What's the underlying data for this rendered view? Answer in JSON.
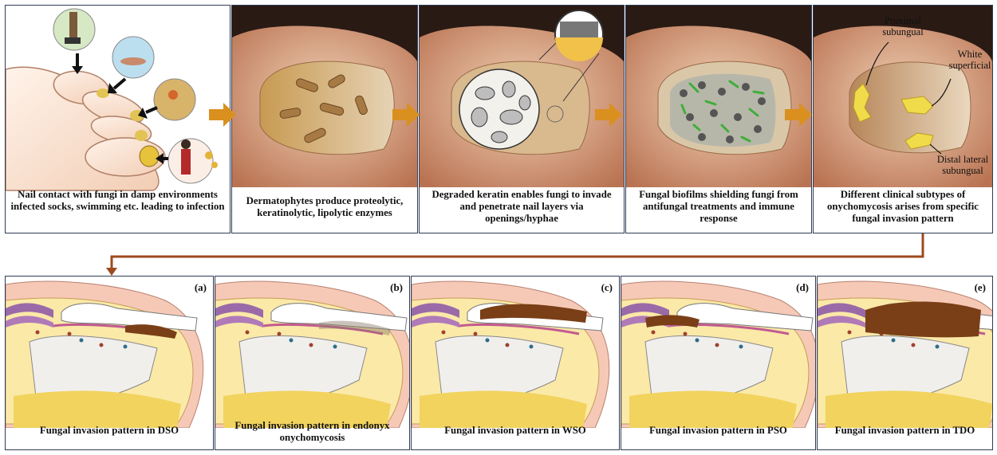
{
  "top_row": [
    {
      "caption": "Nail contact with fungi in damp environments infected socks, swimming etc. leading to infection"
    },
    {
      "caption": "Dermatophytes produce proteolytic, keratinolytic, lipolytic enzymes"
    },
    {
      "caption": "Degraded keratin enables fungi to invade and penetrate nail layers via openings/hyphae"
    },
    {
      "caption": "Fungal biofilms shielding fungi from antifungal treatments and immune response"
    },
    {
      "caption": "Different clinical subtypes of onychomycosis arises from specific fungal invasion pattern",
      "labels": {
        "proximal": "Proximal subungual",
        "white": "White superficial",
        "distal": "Distal lateral subungual"
      }
    }
  ],
  "bottom_row": [
    {
      "letter": "(a)",
      "caption": "Fungal invasion pattern in DSO"
    },
    {
      "letter": "(b)",
      "caption": "Fungal invasion pattern in endonyx onychomycosis"
    },
    {
      "letter": "(c)",
      "caption": "Fungal invasion pattern in WSO"
    },
    {
      "letter": "(d)",
      "caption": "Fungal invasion pattern in PSO"
    },
    {
      "letter": "(e)",
      "caption": "Fungal invasion pattern in TDO"
    }
  ],
  "colors": {
    "arrow": "#d9901e",
    "connector": "#9c4a1f",
    "fungus": "#7a3f17",
    "border": "#2f3b55",
    "nail_label": "#e8d44c"
  }
}
